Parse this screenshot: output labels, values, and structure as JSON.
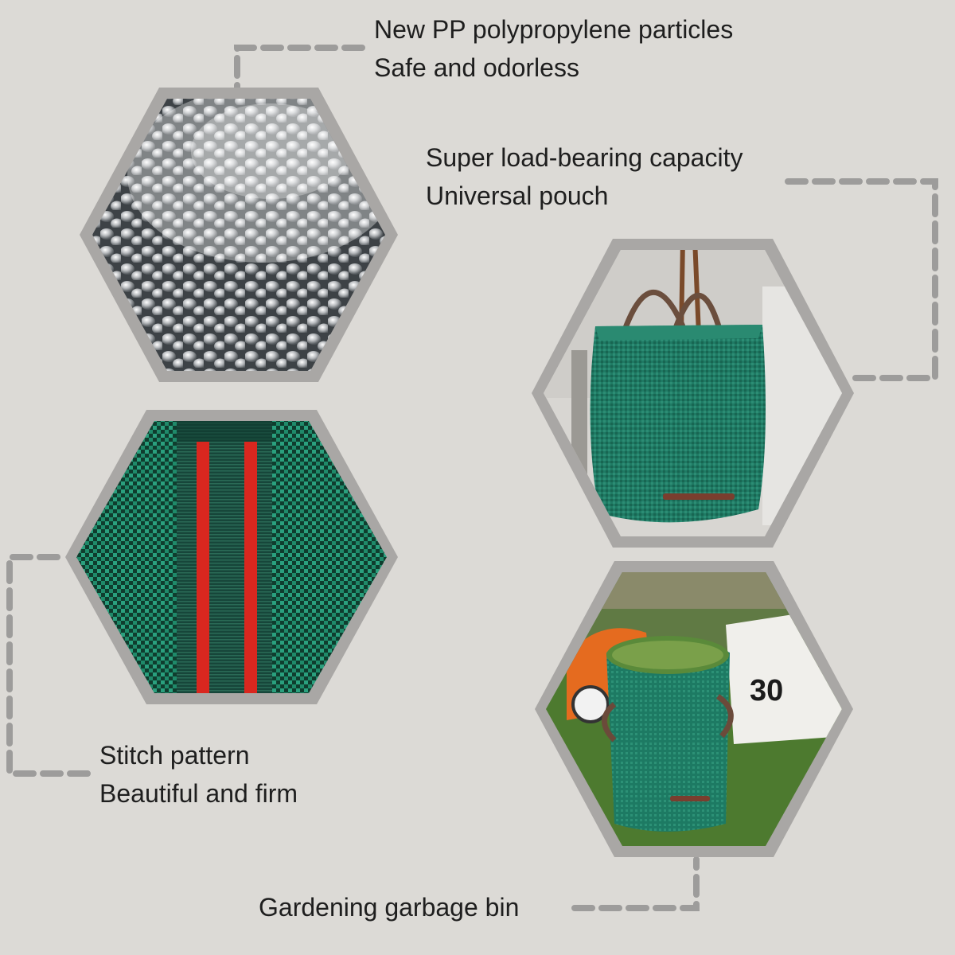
{
  "background_color": "#dcdad6",
  "hex_frame_color": "#a9a7a5",
  "connector_color": "#9d9c9b",
  "features": [
    {
      "id": "material",
      "image": "clear-plastic-pellets-image",
      "line1": "New PP polypropylene particles",
      "line2": "Safe and odorless"
    },
    {
      "id": "capacity",
      "image": "hanging-green-bag-image",
      "line1": "Super load-bearing capacity",
      "line2": "Universal pouch"
    },
    {
      "id": "stitch",
      "image": "woven-handle-closeup-image",
      "line1": "Stitch pattern",
      "line2": "Beautiful and firm"
    },
    {
      "id": "garden",
      "image": "garden-bag-with-grass-image",
      "line1": "Gardening garbage bin",
      "line2": ""
    }
  ],
  "mower_label": "30"
}
